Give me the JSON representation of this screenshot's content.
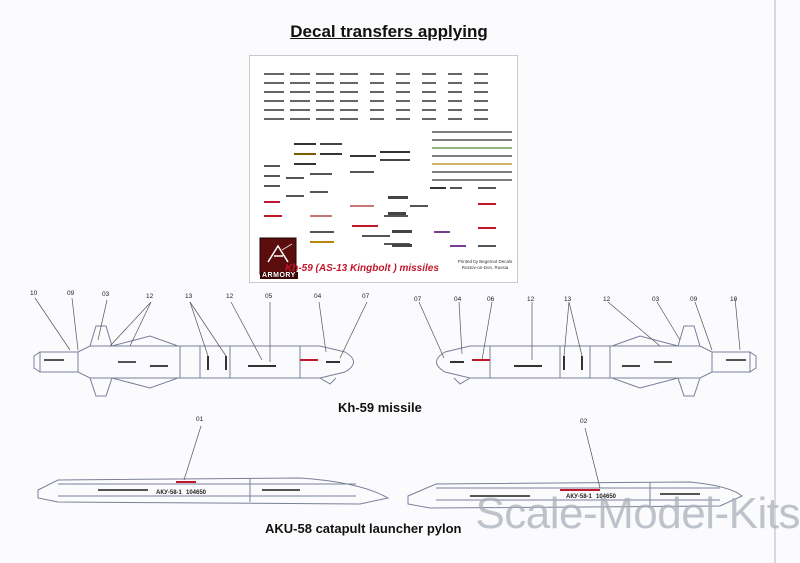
{
  "heading": "Decal transfers applying",
  "decal_sheet": {
    "brand_logo": "ARMORY",
    "title": "Kh-59 (AS-13 Kingbolt ) missiles",
    "printer": "Printed by Begemot Decals Rostov-on-Don, Russia"
  },
  "missile_caption": "Kh-59 missile",
  "pylon_caption": "AKU-58 catapult launcher pylon",
  "watermark": "Scale-Model-Kits",
  "left_callouts": [
    "10",
    "09",
    "03",
    "12",
    "13",
    "12",
    "05",
    "04",
    "07"
  ],
  "right_callouts": [
    "07",
    "04",
    "06",
    "12",
    "13",
    "12",
    "03",
    "09",
    "10"
  ],
  "pylon_callouts": [
    "01",
    "02"
  ],
  "pylon_stencils": [
    "АКУ-58-1",
    "104650",
    "АКУ-58-1",
    "104650"
  ]
}
